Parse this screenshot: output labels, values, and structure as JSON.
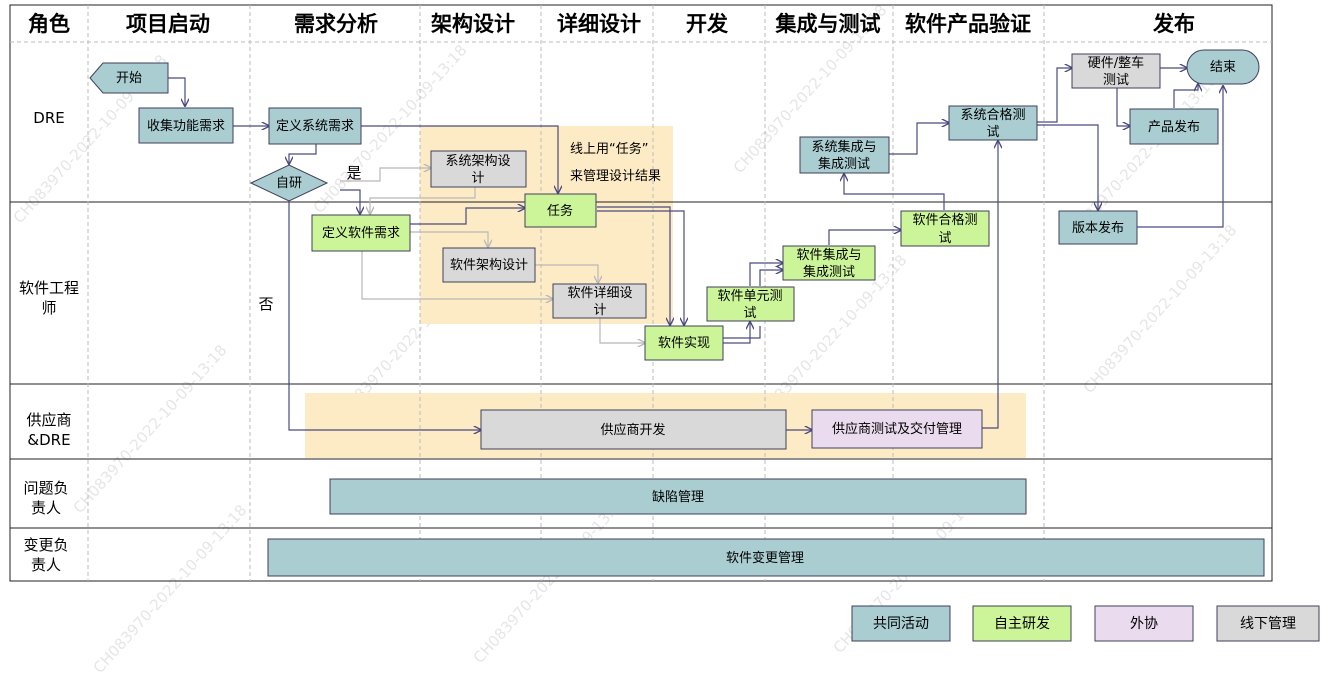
{
  "headers": {
    "role": "角色",
    "kickoff": "项目启动",
    "req_analysis": "需求分析",
    "arch_design": "架构设计",
    "detail_design": "详细设计",
    "develop": "开发",
    "integration_test": "集成与测试",
    "product_validation": "软件产品验证",
    "release": "发布"
  },
  "lanes": {
    "dre": "DRE",
    "sw_engineer_1": "软件工程",
    "sw_engineer_2": "师",
    "supplier_1": "供应商",
    "supplier_2": "&DRE",
    "issue_owner_1": "问题负",
    "issue_owner_2": "责人",
    "change_owner_1": "变更负",
    "change_owner_2": "责人"
  },
  "nodes": {
    "start": "开始",
    "collect_func_req": "收集功能需求",
    "define_sys_req": "定义系统需求",
    "self_dev": "自研",
    "yes": "是",
    "no": "否",
    "sys_arch_1": "系统架构设",
    "sys_arch_2": "计",
    "task": "任务",
    "online_note_1": "线上用“任务”",
    "online_note_2": "来管理设计结果",
    "define_sw_req": "定义软件需求",
    "sw_arch": "软件架构设计",
    "sw_detail_1": "软件详细设",
    "sw_detail_2": "计",
    "sw_impl": "软件实现",
    "sw_unit_test_1": "软件单元测",
    "sw_unit_test_2": "试",
    "sw_integ_1": "软件集成与",
    "sw_integ_2": "集成测试",
    "sys_integ_1": "系统集成与",
    "sys_integ_2": "集成测试",
    "sw_qual_1": "软件合格测",
    "sw_qual_2": "试",
    "sys_qual_1": "系统合格测",
    "sys_qual_2": "试",
    "hw_vehicle_1": "硬件/整车",
    "hw_vehicle_2": "测试",
    "end": "结束",
    "product_release": "产品发布",
    "version_release": "版本发布",
    "supplier_dev": "供应商开发",
    "supplier_test": "供应商测试及交付管理",
    "defect_mgmt": "缺陷管理",
    "change_mgmt": "软件变更管理"
  },
  "legend": {
    "common": "共同活动",
    "self": "自主研发",
    "outsource": "外协",
    "offline": "线下管理"
  },
  "watermark": "CH083970-2022-10-09-13:18",
  "colors": {
    "common": "#a9cdd1",
    "self": "#ccf59a",
    "outsource": "#ebdbee",
    "offline": "#d9d9d9",
    "highlight": "#fdebc5",
    "stroke": "#40405a",
    "arrow": "#4a4a80"
  }
}
